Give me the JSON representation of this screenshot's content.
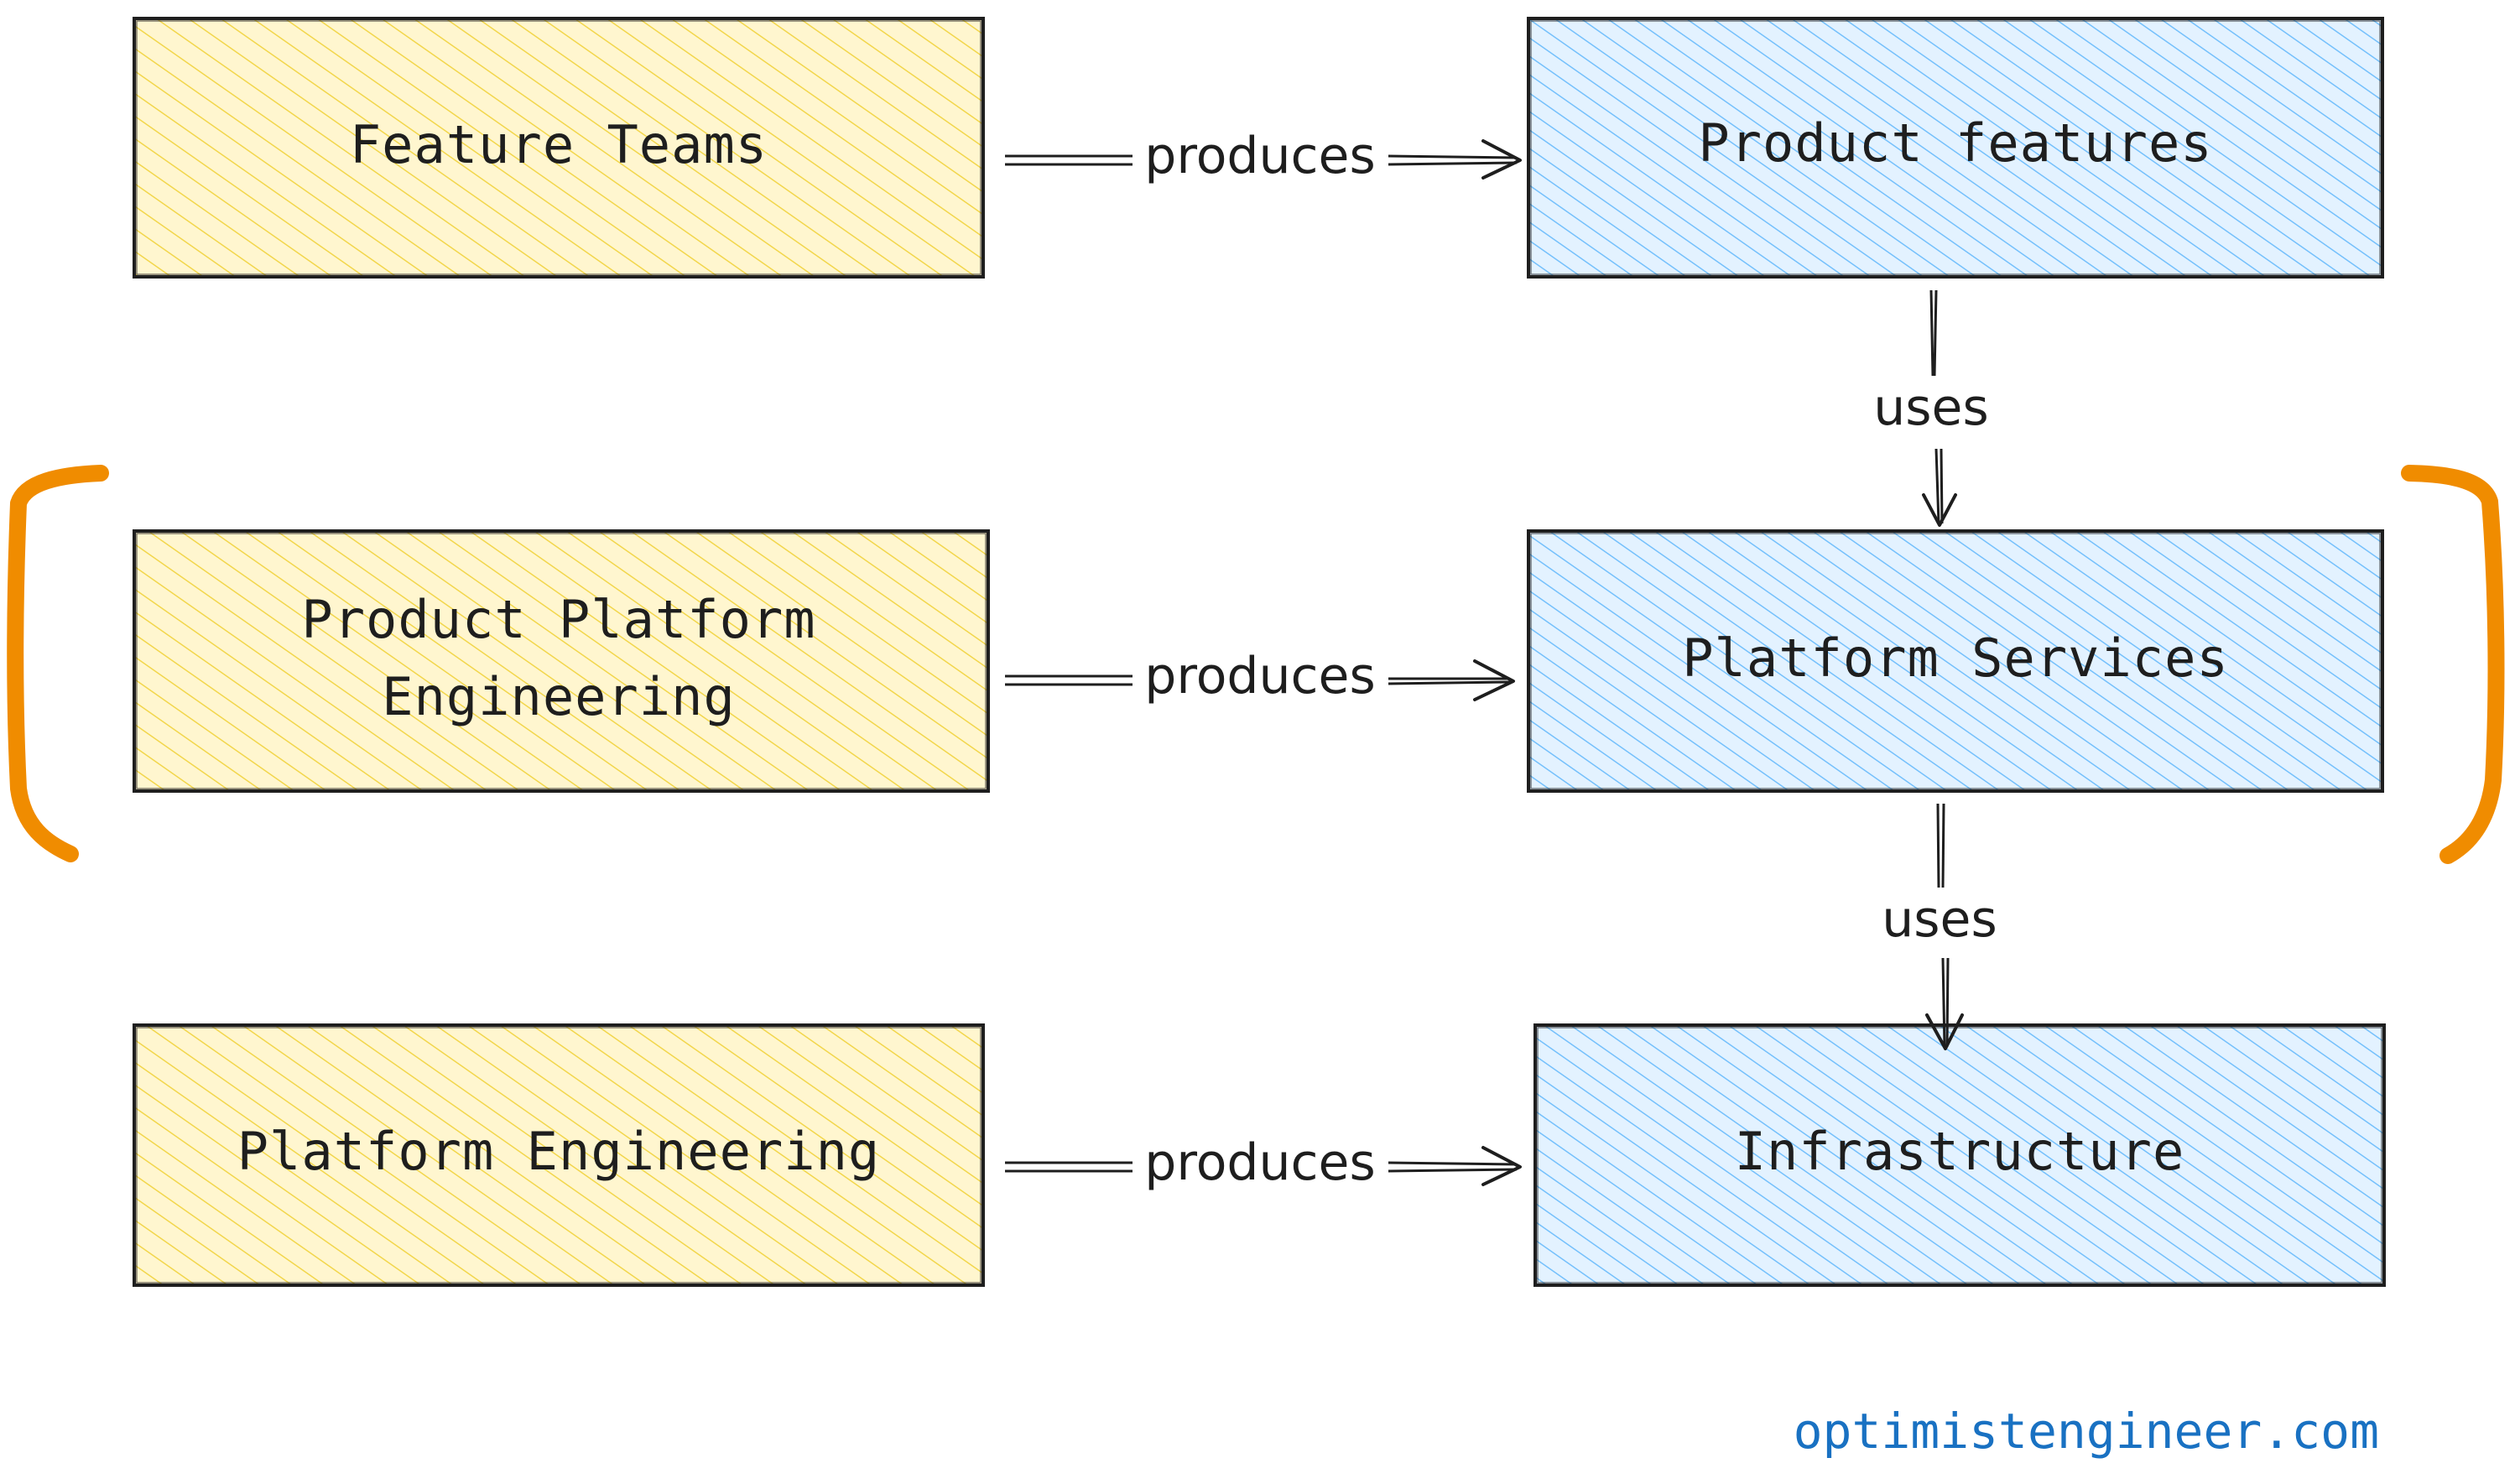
{
  "colors": {
    "yellow_fill": "#ffec99",
    "yellow_hatch": "#f2d64b",
    "blue_fill": "#a5d8ff",
    "blue_hatch": "#74c0fc",
    "stroke": "#1e1e1e",
    "bracket": "#f08c00",
    "brand": "#1971c2"
  },
  "nodes": {
    "feature_teams": "Feature Teams",
    "product_features": "Product features",
    "product_platform_engineering_line1": "Product Platform",
    "product_platform_engineering_line2": "Engineering",
    "platform_services": "Platform Services",
    "platform_engineering": "Platform Engineering",
    "infrastructure": "Infrastructure"
  },
  "edges": {
    "row1_label": "produces",
    "row2_label": "produces",
    "row3_label": "produces",
    "down1_label": "uses",
    "down2_label": "uses"
  },
  "footer": {
    "brand": "optimistengineer.com"
  }
}
